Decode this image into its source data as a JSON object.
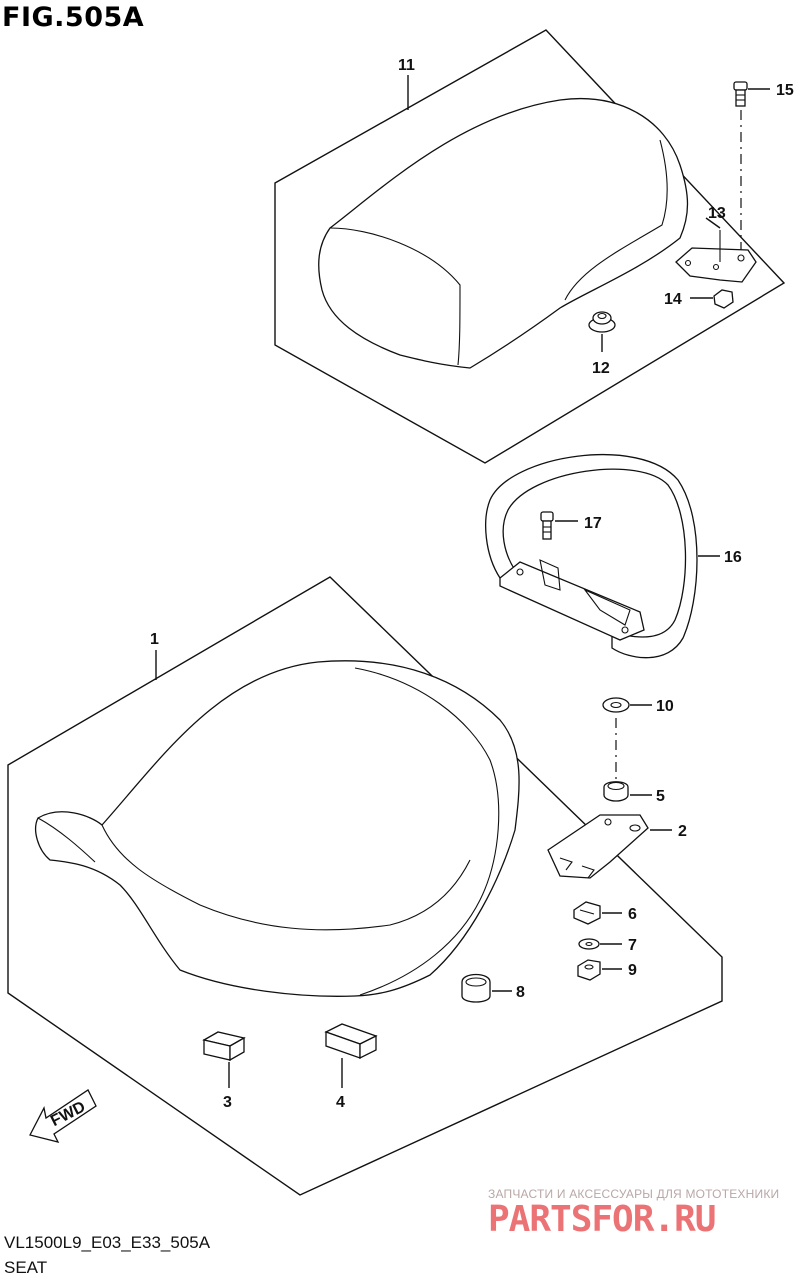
{
  "figure": {
    "title": "FIG.505A",
    "code": "VL1500L9_E03_E33_505A",
    "caption": "SEAT"
  },
  "callouts": [
    {
      "id": "c1",
      "label": "1"
    },
    {
      "id": "c2",
      "label": "2"
    },
    {
      "id": "c3",
      "label": "3"
    },
    {
      "id": "c4",
      "label": "4"
    },
    {
      "id": "c5",
      "label": "5"
    },
    {
      "id": "c6",
      "label": "6"
    },
    {
      "id": "c7",
      "label": "7"
    },
    {
      "id": "c8",
      "label": "8"
    },
    {
      "id": "c9",
      "label": "9"
    },
    {
      "id": "c10",
      "label": "10"
    },
    {
      "id": "c11",
      "label": "11"
    },
    {
      "id": "c12",
      "label": "12"
    },
    {
      "id": "c13",
      "label": "13"
    },
    {
      "id": "c14",
      "label": "14"
    },
    {
      "id": "c15",
      "label": "15"
    },
    {
      "id": "c16",
      "label": "16"
    },
    {
      "id": "c17",
      "label": "17"
    }
  ],
  "fwd_label": "FWD",
  "watermark": {
    "line1": "ЗАПЧАСТИ И АКСЕССУАРЫ ДЛЯ МОТОТЕХНИКИ",
    "logo": "PARTSFOR.RU",
    "color": "#e0262b"
  }
}
